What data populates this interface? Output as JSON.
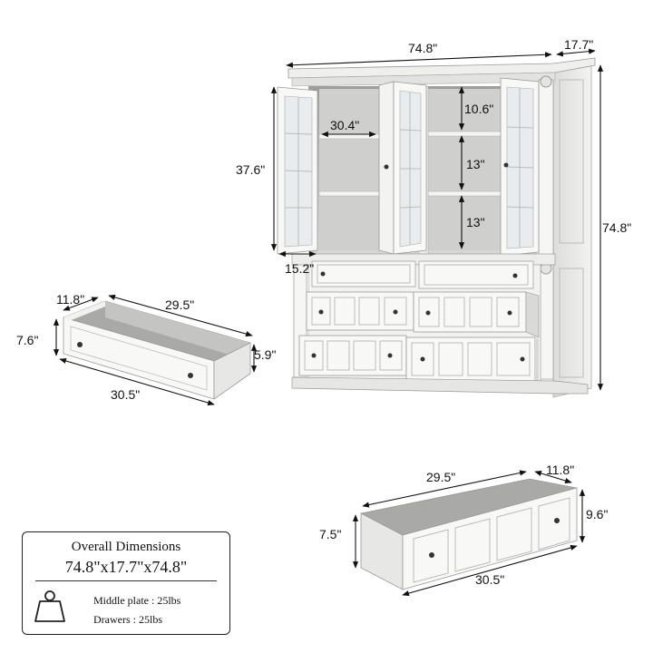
{
  "dimensions": {
    "width": "74.8\"",
    "depth": "17.7\"",
    "height": "74.8\"",
    "upper_cabinet_height": "37.6\"",
    "inner_width": "30.4\"",
    "door_width": "15.2\"",
    "shelf_top": "10.6\"",
    "shelf_mid": "13\"",
    "shelf_bottom": "13\""
  },
  "small_drawer": {
    "depth": "11.8\"",
    "inner_length": "29.5\"",
    "height": "7.6\"",
    "inner_height": "5.9\"",
    "length": "30.5\""
  },
  "large_drawer": {
    "inner_length": "29.5\"",
    "depth": "11.8\"",
    "height": "9.6\"",
    "inner_height": "7.5\"",
    "length": "30.5\""
  },
  "info_box": {
    "title": "Overall Dimensions",
    "size": "74.8\"x17.7\"x74.8\"",
    "middle_plate": "Middle plate : 25lbs",
    "drawers": "Drawers : 25lbs"
  },
  "colors": {
    "cabinet": "#f4f4f2",
    "shadow": "#c9c9c6",
    "interior": "#bdbdbb",
    "line": "#111111"
  }
}
